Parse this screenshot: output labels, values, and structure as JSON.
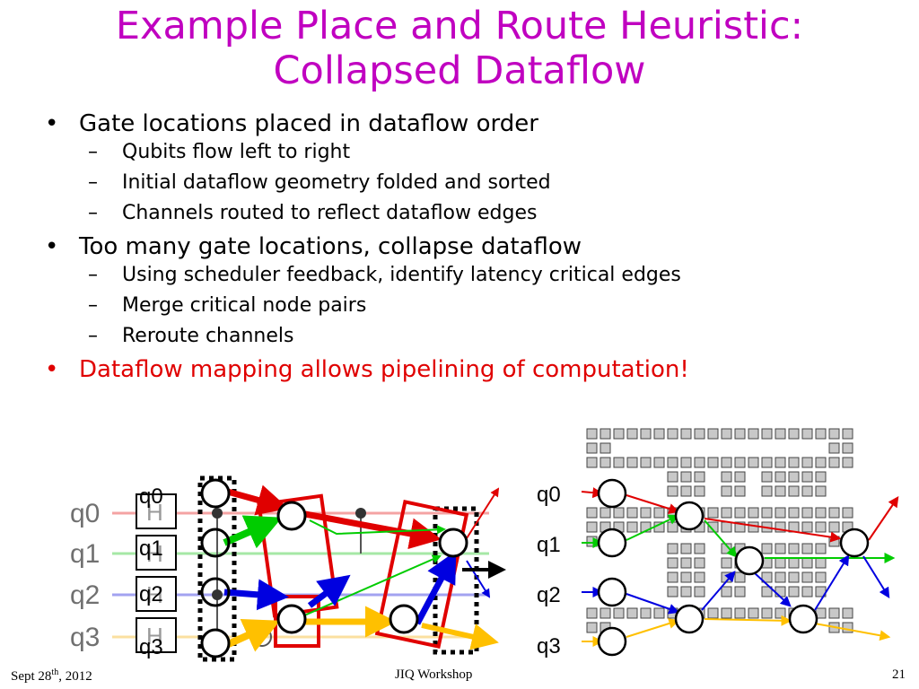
{
  "slide": {
    "title_line1": "Example Place and Route Heuristic:",
    "title_line2": "Collapsed Dataflow",
    "bullets": [
      {
        "text": "Gate locations placed in dataflow order",
        "subs": [
          "Qubits flow left to right",
          "Initial dataflow geometry folded and sorted",
          "Channels routed to reflect dataflow edges"
        ]
      },
      {
        "text": "Too many gate locations, collapse dataflow",
        "subs": [
          "Using scheduler feedback, identify latency critical edges",
          "Merge critical node pairs",
          "Reroute channels"
        ]
      },
      {
        "text": "Dataflow mapping allows pipelining of computation!",
        "color": "#e00000"
      }
    ],
    "bullet_marker": "•",
    "sub_marker": "–"
  },
  "figure_left": {
    "qubit_labels": [
      "q0",
      "q1",
      "q2",
      "q3"
    ],
    "overlay_labels": [
      "q0",
      "q1",
      "q2",
      "q3"
    ],
    "gate_labels": [
      "H",
      "H",
      "H",
      "H"
    ]
  },
  "figure_right": {
    "qubit_labels": [
      "q0",
      "q1",
      "q2",
      "q3"
    ]
  },
  "footer": {
    "date_prefix": "Sept 28",
    "date_sup": "th",
    "date_suffix": ", 2012",
    "venue": "JIQ Workshop",
    "page": "21"
  },
  "colors": {
    "title": "#c000c0",
    "q0": "#e00000",
    "q1": "#00cc00",
    "q2": "#0000e0",
    "q3": "#ffc000"
  }
}
